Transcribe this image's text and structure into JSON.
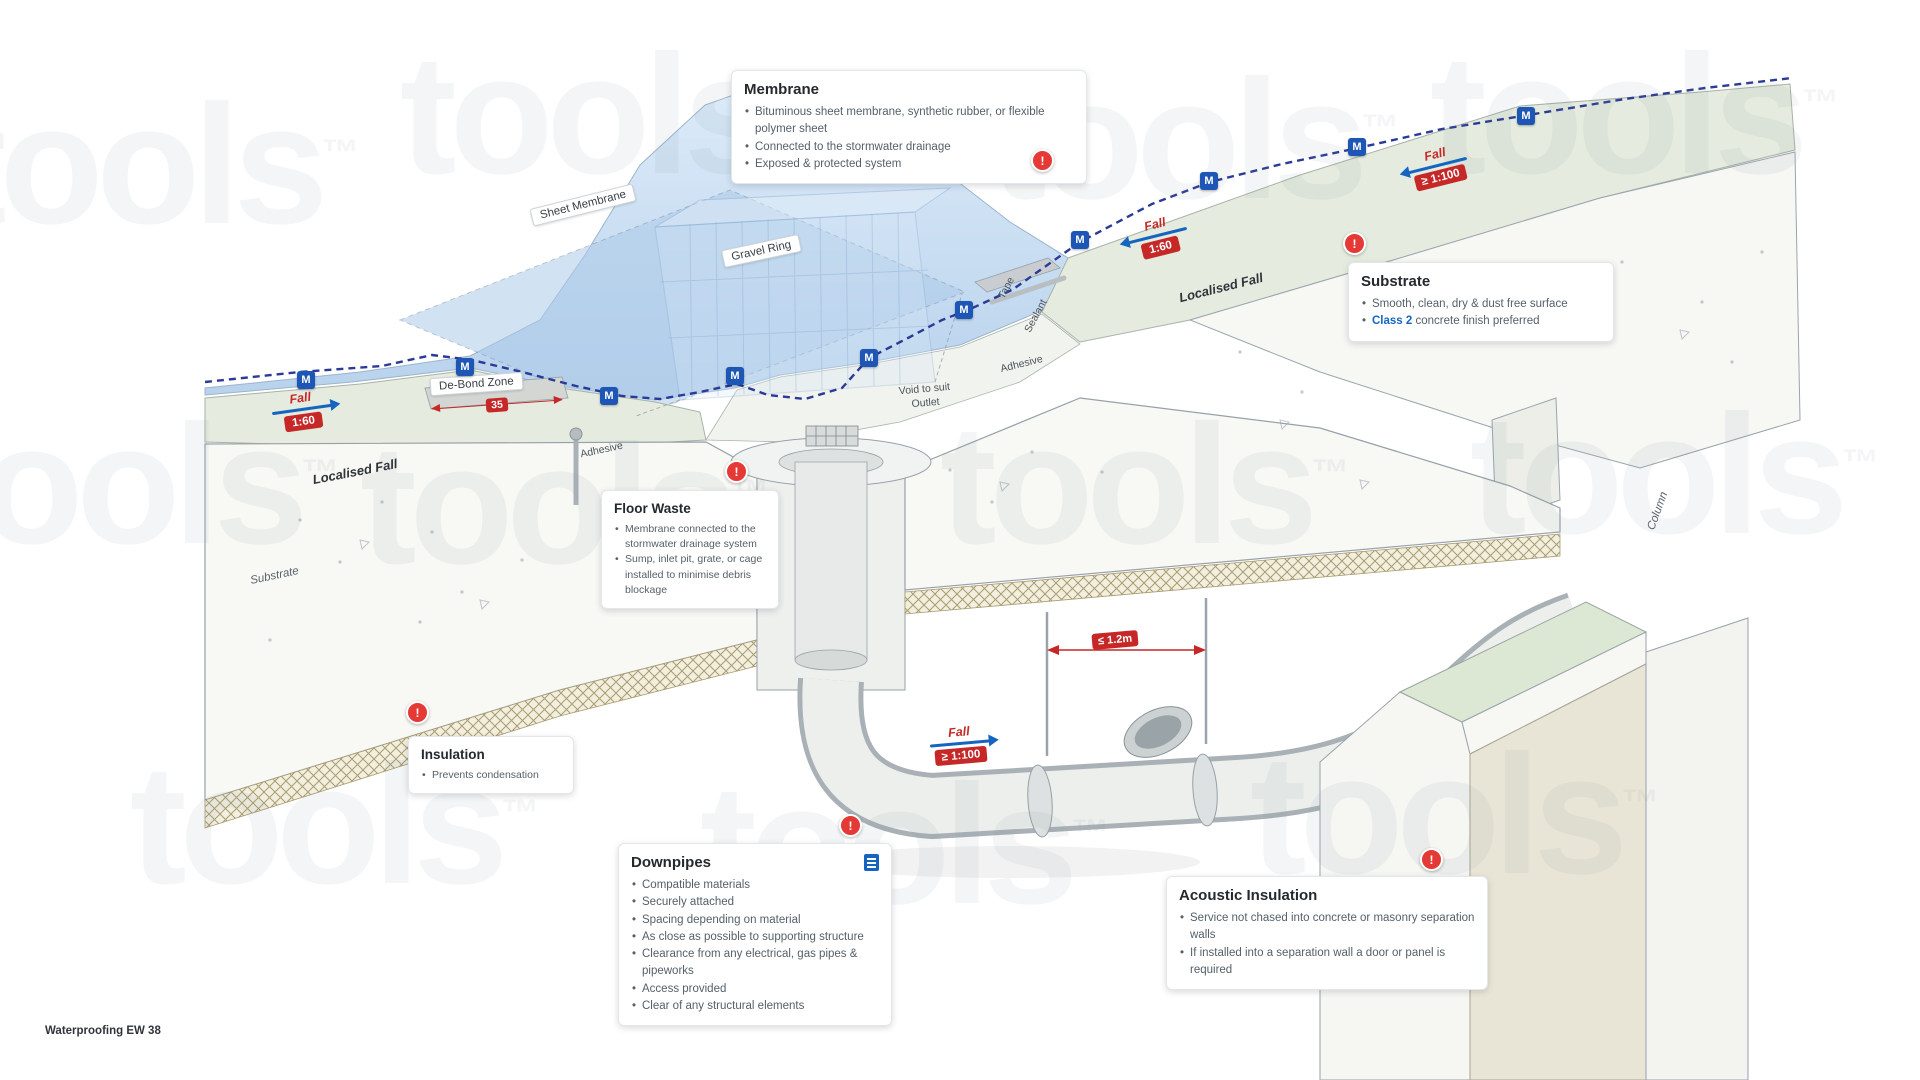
{
  "page": {
    "footer": "Waterproofing EW 38"
  },
  "watermark": {
    "text": "tools",
    "tm": "™"
  },
  "colors": {
    "membrane_marker_blue": "#1d56b4",
    "fall_arrow_blue": "#1565c0",
    "badge_red": "#c62828",
    "warning_red": "#e53935",
    "class_highlight_blue": "#1565c0"
  },
  "callouts": {
    "membrane": {
      "title": "Membrane",
      "bullets": [
        "Bituminous sheet membrane, synthetic rubber, or flexible polymer sheet",
        "Connected to the stormwater drainage",
        "Exposed & protected system"
      ]
    },
    "substrate": {
      "title": "Substrate",
      "bullet1": "Smooth, clean, dry & dust free surface",
      "class_highlight": "Class 2",
      "class_rest": " concrete finish preferred"
    },
    "floor_waste": {
      "title": "Floor Waste",
      "bullets": [
        "Membrane connected to the stormwater drainage system",
        "Sump, inlet pit, grate, or cage installed to minimise debris blockage"
      ]
    },
    "insulation": {
      "title": "Insulation",
      "bullets": [
        "Prevents condensation"
      ]
    },
    "downpipes": {
      "title": "Downpipes",
      "bullets": [
        "Compatible materials",
        "Securely attached",
        "Spacing depending on material",
        "As close as possible to supporting structure",
        "Clearance from any electrical, gas pipes & pipeworks",
        "Access provided",
        "Clear of any structural elements"
      ]
    },
    "acoustic": {
      "title": "Acoustic Insulation",
      "bullets": [
        "Service not chased into concrete or masonry separation walls",
        "If installed into a separation wall a door or panel is required"
      ]
    }
  },
  "labels": {
    "sheet_membrane": "Sheet Membrane",
    "gravel_ring": "Gravel Ring",
    "de_bond_zone": "De-Bond Zone",
    "tape": "Tape",
    "sealant": "Sealant",
    "adhesive_left": "Adhesive",
    "adhesive_right": "Adhesive",
    "void_outlet": "Void to suit Outlet",
    "localised_fall_left": "Localised Fall",
    "localised_fall_right": "Localised Fall",
    "substrate_surface": "Substrate",
    "column": "Column"
  },
  "falls": {
    "left": {
      "label": "Fall",
      "ratio": "1:60"
    },
    "mid": {
      "label": "Fall",
      "ratio": "1:60"
    },
    "top_right": {
      "label": "Fall",
      "ratio": "≥ 1:100"
    },
    "pipe": {
      "label": "Fall",
      "ratio": "≥ 1:100"
    }
  },
  "dimensions": {
    "hanger_spacing": "≤ 1.2m",
    "de_bond_width": "35"
  },
  "markers": {
    "membrane": "M",
    "warning": "!"
  }
}
